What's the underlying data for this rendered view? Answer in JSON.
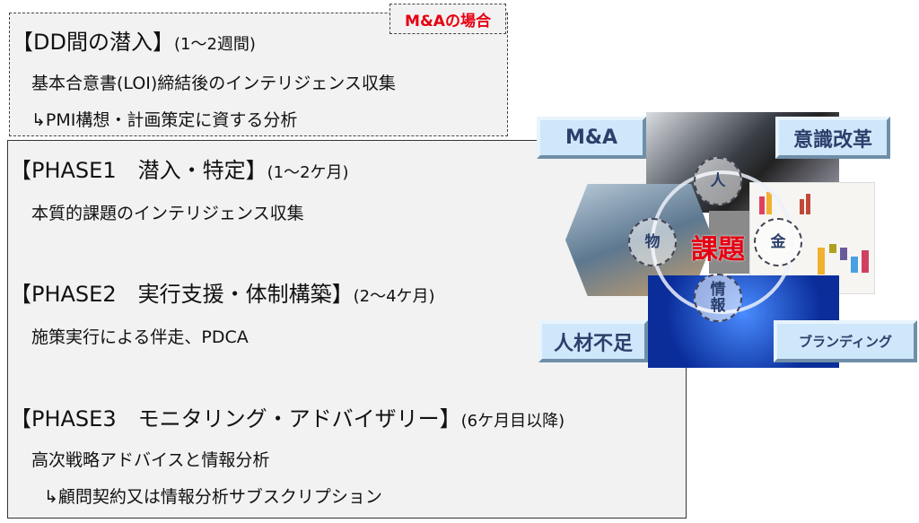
{
  "dd": {
    "tag": "M&Aの場合",
    "title": "【DD間の潜入】",
    "period": "(1～2週間)",
    "line1": "基本合意書(LOI)締結後のインテリジェンス収集",
    "line2": "↳PMI構想・計画策定に資する分析"
  },
  "phases": [
    {
      "title": "【PHASE1　潜入・特定】",
      "period": "(1～2ケ月)",
      "lines": [
        "本質的課題のインテリジェンス収集"
      ]
    },
    {
      "title": "【PHASE2　実行支援・体制構築】",
      "period": "(2～4ケ月)",
      "lines": [
        "施策実行による伴走、PDCA"
      ]
    },
    {
      "title": "【PHASE3　モニタリング・アドバイザリー】",
      "period": "(6ケ月目以降)",
      "lines": [
        "高次戦略アドバイスと情報分析",
        "↳顧問契約又は情報分析サブスクリプション"
      ]
    }
  ],
  "diagram": {
    "center": "課題",
    "nodes": {
      "people": "人",
      "things": "物",
      "money": "金",
      "info": "情報"
    },
    "labels": {
      "ma": "M&A",
      "mindset": "意識改革",
      "shortage": "人材不足",
      "branding": "ブランディング"
    }
  },
  "colors": {
    "accent_red": "#e60012",
    "label_bg": "#cfe7fa",
    "label_text": "#2b3f6b"
  }
}
